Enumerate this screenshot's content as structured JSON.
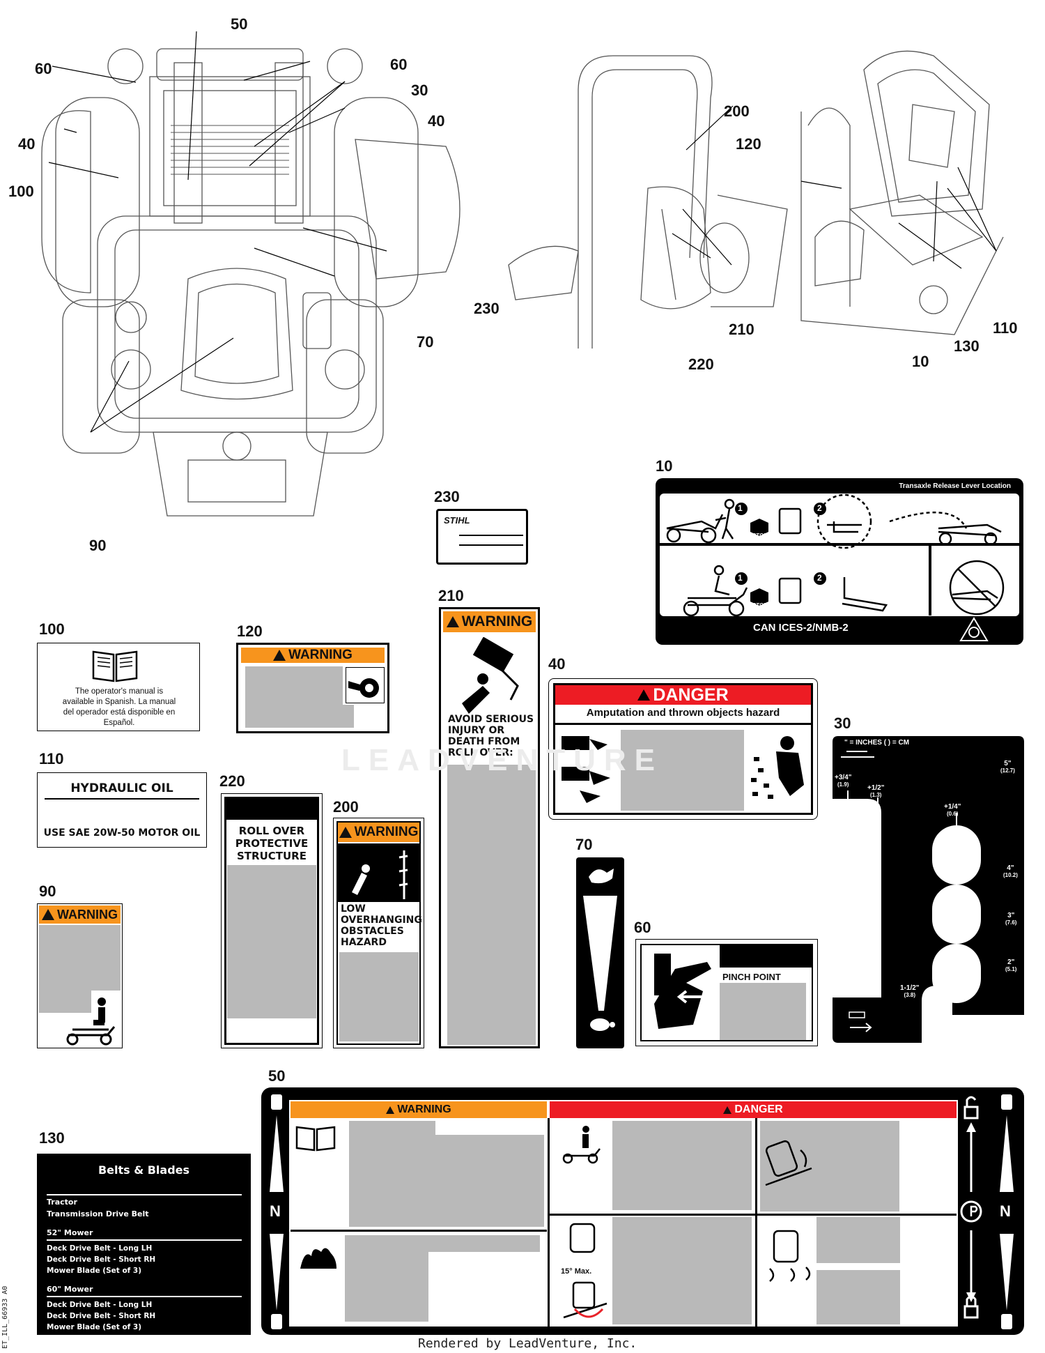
{
  "callouts": {
    "c50a": "50",
    "c60a": "60",
    "c60b": "60",
    "c30a": "30",
    "c40a": "40",
    "c40b": "40",
    "c100a": "100",
    "c230a": "230",
    "c70a": "70",
    "c90a": "90",
    "c200a": "200",
    "c120a": "120",
    "c210a": "210",
    "c220a": "220",
    "c10a": "10",
    "c130a": "130",
    "c110a": "110"
  },
  "labels": {
    "l10": {
      "num": "10",
      "top_right": "Transaxle Release Lever Location",
      "stop1": "STOP",
      "stop2": "STOP",
      "step1a": "1",
      "step2a": "2",
      "step1b": "1",
      "step2b": "2",
      "footer": "CAN ICES-2/NMB-2"
    },
    "l230": {
      "num": "230",
      "brand": "STIHL"
    },
    "l210": {
      "num": "210",
      "header": "WARNING",
      "text": "AVOID SERIOUS INJURY OR DEATH FROM ROLL OVER:"
    },
    "l100": {
      "num": "100",
      "text": "The operator's manual is available in Spanish. La manual del operador está disponible en Español."
    },
    "l120": {
      "num": "120",
      "header": "WARNING"
    },
    "l40": {
      "num": "40",
      "header": "DANGER",
      "subheader": "Amputation and thrown objects hazard"
    },
    "l30": {
      "num": "30",
      "legend": "\" = INCHES  ( ) = CM",
      "marks": [
        {
          "v": "+3/4\"",
          "cm": "(1.9)"
        },
        {
          "v": "+1/2\"",
          "cm": "(1.3)"
        },
        {
          "v": "+1/4\"",
          "cm": "(0.6)"
        },
        {
          "v": "5\"",
          "cm": "(12.7)"
        },
        {
          "v": "4\"",
          "cm": "(10.2)"
        },
        {
          "v": "3\"",
          "cm": "(7.6)"
        },
        {
          "v": "2\"",
          "cm": "(5.1)"
        },
        {
          "v": "1-1/2\"",
          "cm": "(3.8)"
        }
      ]
    },
    "l110": {
      "num": "110",
      "title": "HYDRAULIC OIL",
      "text": "USE SAE 20W-50 MOTOR OIL"
    },
    "l220": {
      "num": "220",
      "text": "ROLL OVER PROTECTIVE STRUCTURE"
    },
    "l200": {
      "num": "200",
      "header": "WARNING",
      "text": "LOW OVERHANGING OBSTACLES HAZARD"
    },
    "l90": {
      "num": "90",
      "header": "WARNING"
    },
    "l70": {
      "num": "70"
    },
    "l60": {
      "num": "60",
      "text": "PINCH POINT"
    },
    "l50": {
      "num": "50",
      "warning": "WARNING",
      "danger": "DANGER",
      "n_left": "N",
      "n_right": "N",
      "angle": "15° Max."
    },
    "l130": {
      "num": "130",
      "title": "Belts & Blades",
      "groups": [
        {
          "name": "Tractor",
          "items": [
            "Transmission Drive Belt"
          ]
        },
        {
          "name": "52\" Mower",
          "items": [
            "Deck Drive Belt - Long LH",
            "Deck Drive Belt - Short RH",
            "Mower Blade (Set of 3)"
          ]
        },
        {
          "name": "60\" Mower",
          "items": [
            "Deck Drive Belt - Long LH",
            "Deck Drive Belt - Short RH",
            "Mower Blade (Set of 3)"
          ]
        }
      ]
    }
  },
  "watermark": "LEADVENTURE",
  "footer": {
    "code": "ET_ILL_66933",
    "rev": "A0",
    "rendered": "Rendered by LeadVenture, Inc."
  }
}
